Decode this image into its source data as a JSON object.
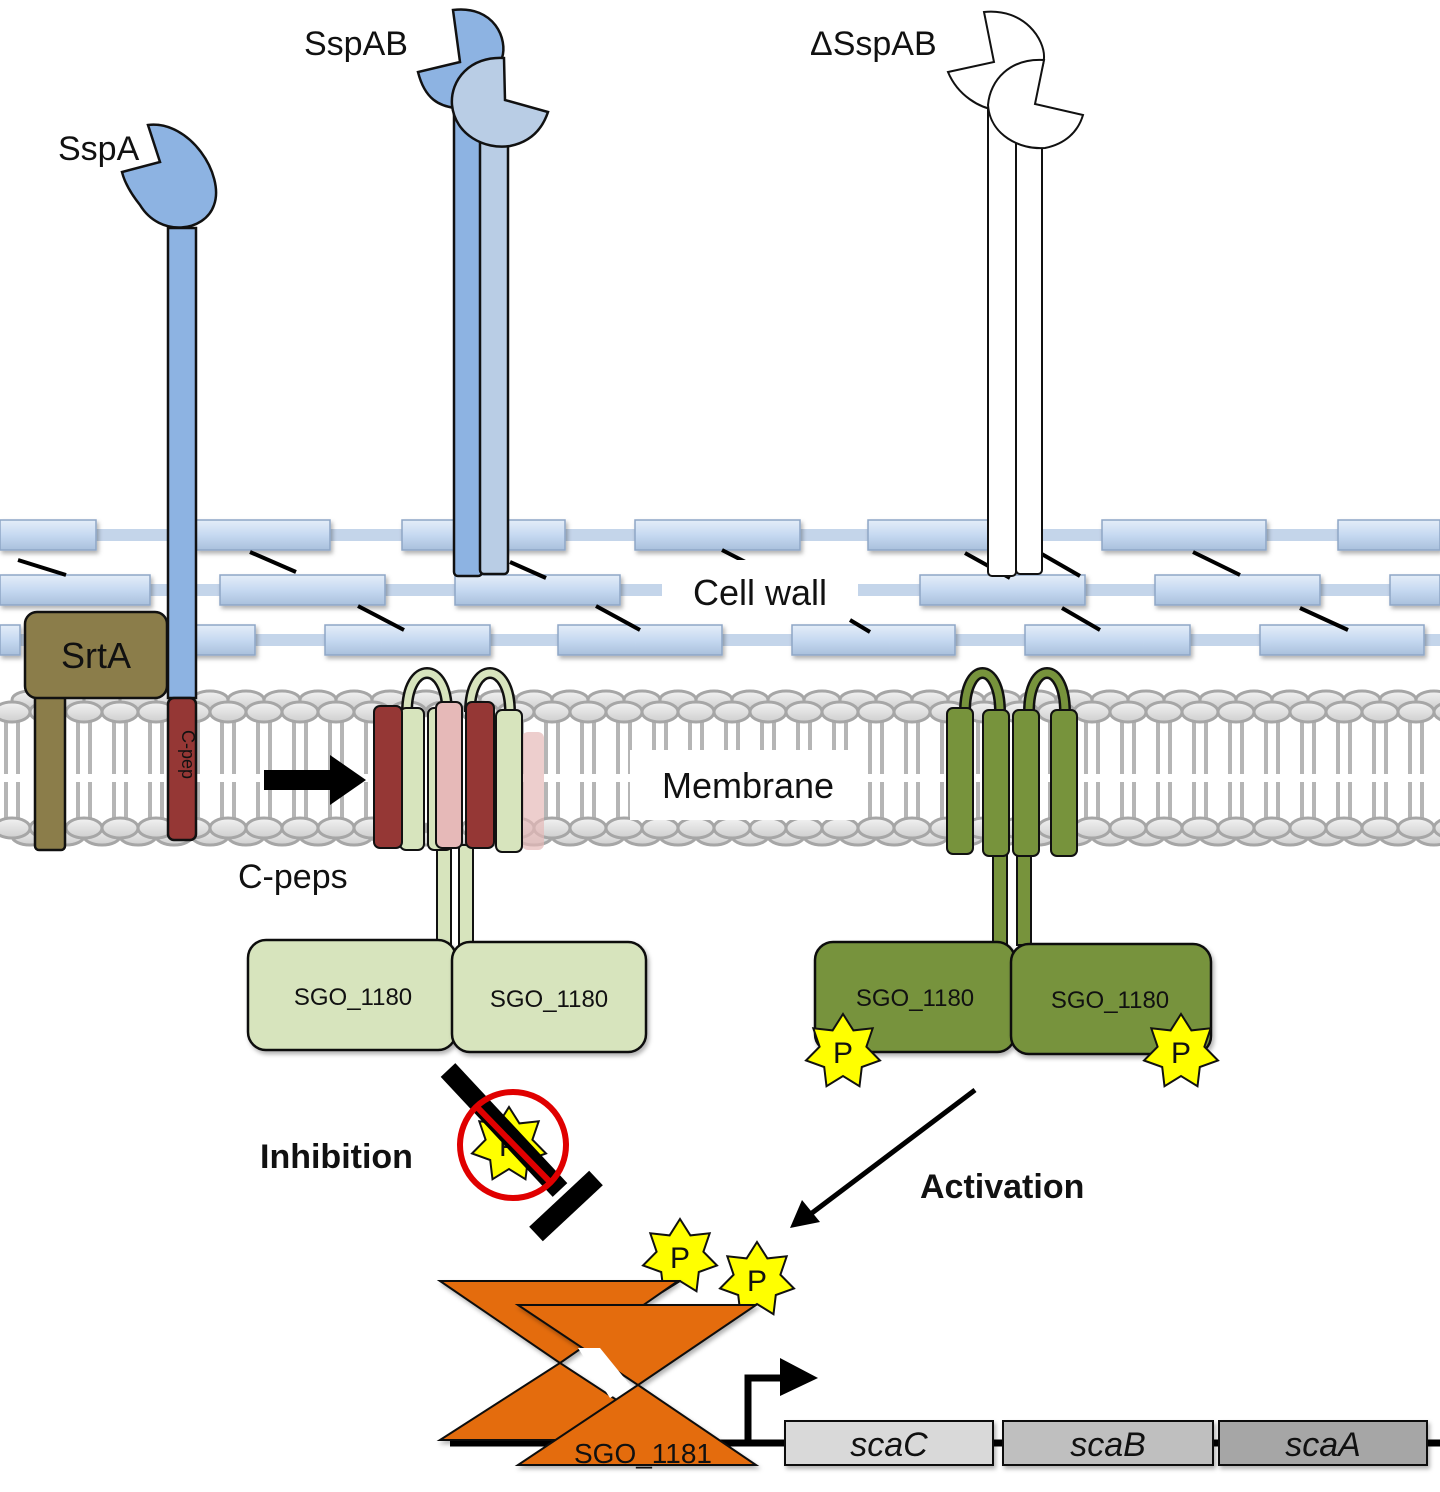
{
  "colors": {
    "sspa_blue": "#8db3e2",
    "sspab_light_blue": "#b9cde5",
    "cell_wall_block": "#c6d9f1",
    "cell_wall_strand": "#c4d5ea",
    "srta_olive": "#8b7d4a",
    "cpep_dark_red": "#953735",
    "cpep_pink": "#e6b9b8",
    "sensor_inactive": "#d7e4bd",
    "sensor_active": "#77933c",
    "phospho_yellow": "#ffff00",
    "regulator_orange": "#e46c0a",
    "inhibition_red": "#e00000",
    "membrane_gray": "#a6a6a6",
    "gene_scaC": "#d9d9d9",
    "gene_scaB": "#bfbfbf",
    "gene_scaA": "#a6a6a6"
  },
  "labels": {
    "sspa": "SspA",
    "sspab": "SspAB",
    "delta_sspab": "ΔSspAB",
    "cell_wall": "Cell wall",
    "srta": "SrtA",
    "cpep": "C-pep",
    "cpeps": "C-peps",
    "membrane": "Membrane",
    "inhibition": "Inhibition",
    "activation": "Activation",
    "sensor_kinase": "SGO_1180",
    "response_regulator": "SGO_1181",
    "phosphate": "P"
  },
  "sensor_complexes": [
    {
      "state": "inhibited",
      "subunits": [
        "SGO_1180",
        "SGO_1180"
      ],
      "phosphorylated": false
    },
    {
      "state": "active",
      "subunits": [
        "SGO_1180",
        "SGO_1180"
      ],
      "phosphorylated": true
    }
  ],
  "operon": {
    "genes": [
      {
        "name": "scaC"
      },
      {
        "name": "scaB"
      },
      {
        "name": "scaA"
      }
    ]
  }
}
